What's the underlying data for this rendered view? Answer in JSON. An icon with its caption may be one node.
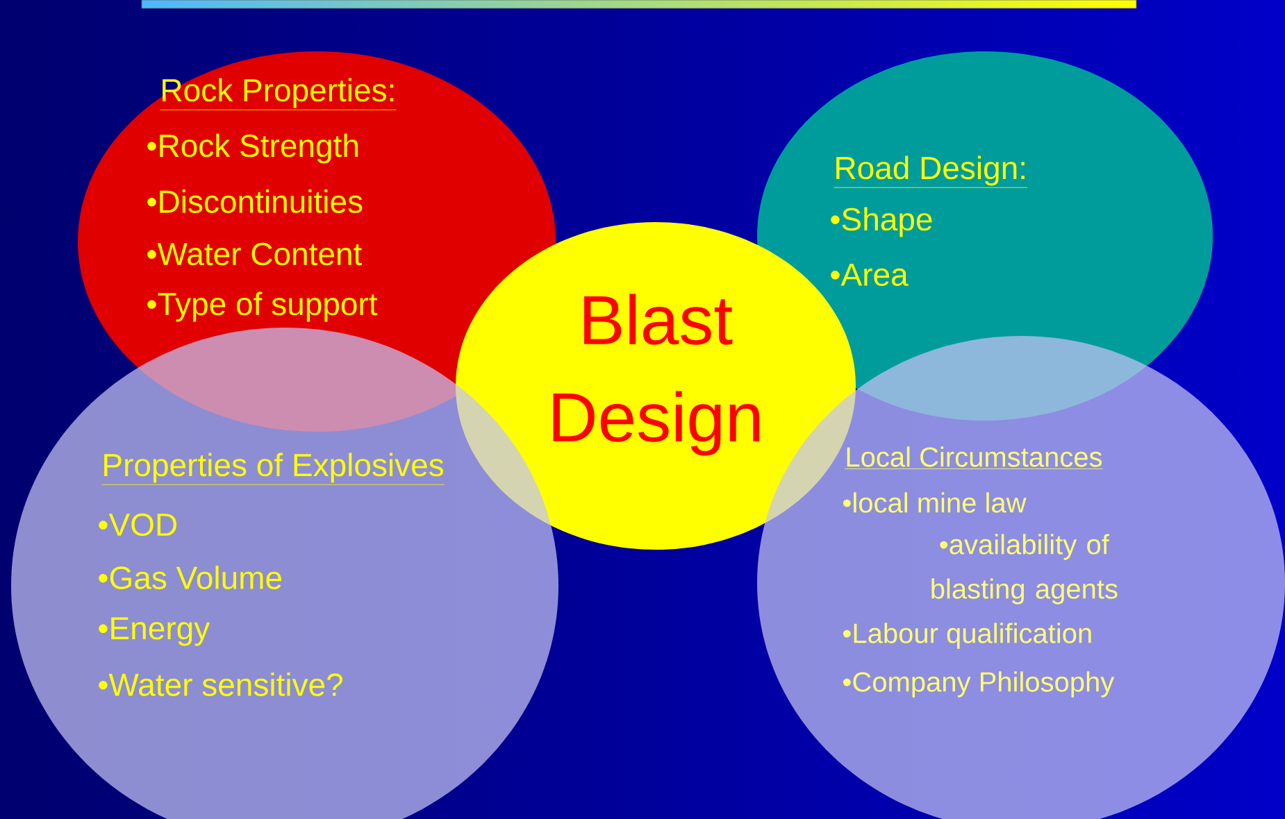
{
  "diagram": {
    "nodes": [
      {
        "text": [
          "Rock Properties:",
          "•Rock Strength",
          "•Discontinuities",
          "•Water Content",
          "•Type of support"
        ]
      },
      {
        "text": [
          "Road Design:",
          "•Shape",
          "•Area"
        ]
      },
      {
        "text": [
          "Blast Design"
        ]
      },
      {
        "text": [
          "Properties of Explosives",
          "•VOD",
          "•Gas Volume",
          "•Energy",
          "•Water sensitive?"
        ]
      },
      {
        "text": [
          "Local Circumstances",
          "•local mine law",
          "•availability of blasting agents",
          "•Labour qualification",
          "•Company Philosophy"
        ]
      }
    ]
  }
}
